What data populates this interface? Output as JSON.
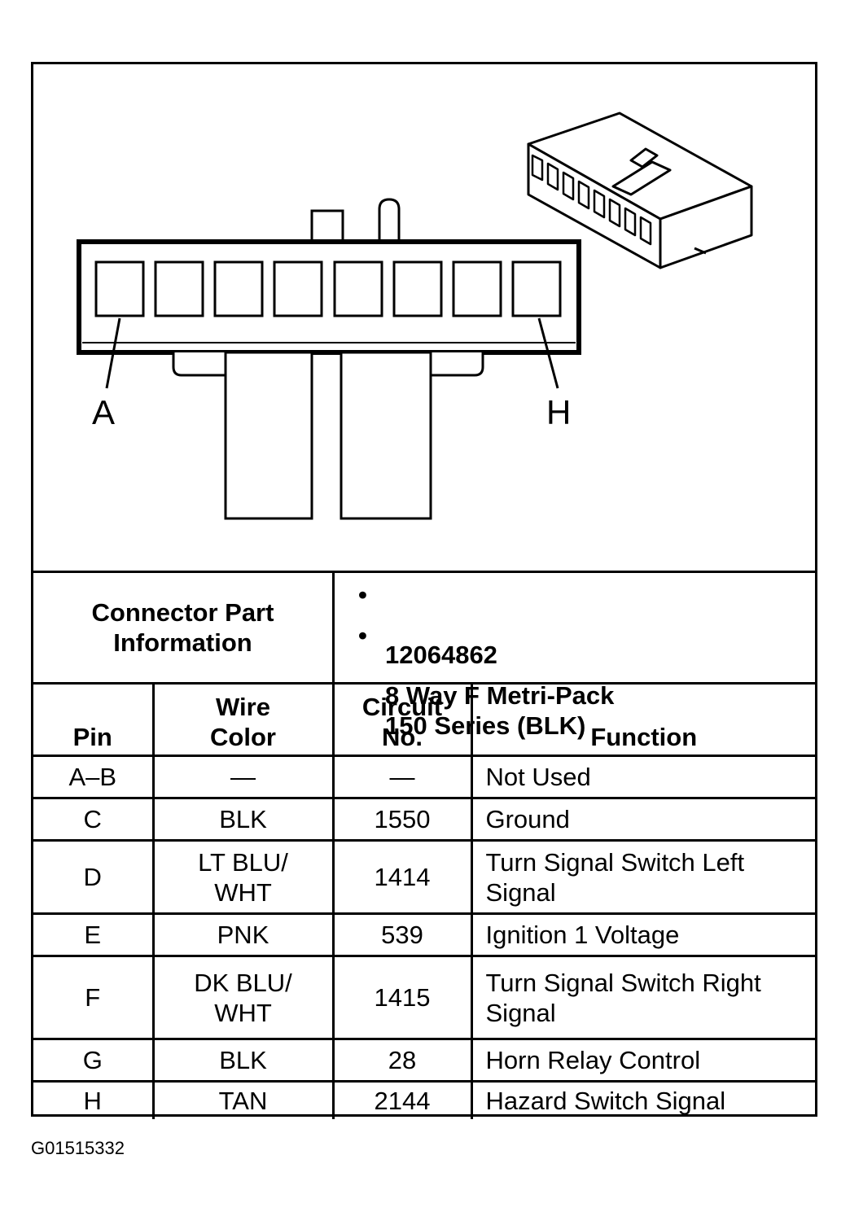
{
  "pin_labels": {
    "first": "A",
    "last": "H"
  },
  "connector_info": {
    "label": "Connector Part\nInformation",
    "items": [
      "12064862",
      "8 Way F Metri-Pack\n150 Series (BLK)"
    ]
  },
  "table": {
    "headers": [
      "Pin",
      "Wire\nColor",
      "Circuit\nNo.",
      "Function"
    ],
    "rows": [
      {
        "pin": "A–B",
        "color": "—",
        "circuit": "—",
        "function": "Not Used"
      },
      {
        "pin": "C",
        "color": "BLK",
        "circuit": "1550",
        "function": "Ground"
      },
      {
        "pin": "D",
        "color": "LT BLU/\nWHT",
        "circuit": "1414",
        "function": "Turn Signal Switch Left\nSignal"
      },
      {
        "pin": "E",
        "color": "PNK",
        "circuit": "539",
        "function": "Ignition 1 Voltage"
      },
      {
        "pin": "F",
        "color": "DK BLU/\nWHT",
        "circuit": "1415",
        "function": "Turn Signal Switch Right\nSignal"
      },
      {
        "pin": "G",
        "color": "BLK",
        "circuit": "28",
        "function": "Horn Relay Control"
      },
      {
        "pin": "H",
        "color": "TAN",
        "circuit": "2144",
        "function": "Hazard Switch Signal"
      }
    ]
  },
  "figure_id": "G01515332"
}
